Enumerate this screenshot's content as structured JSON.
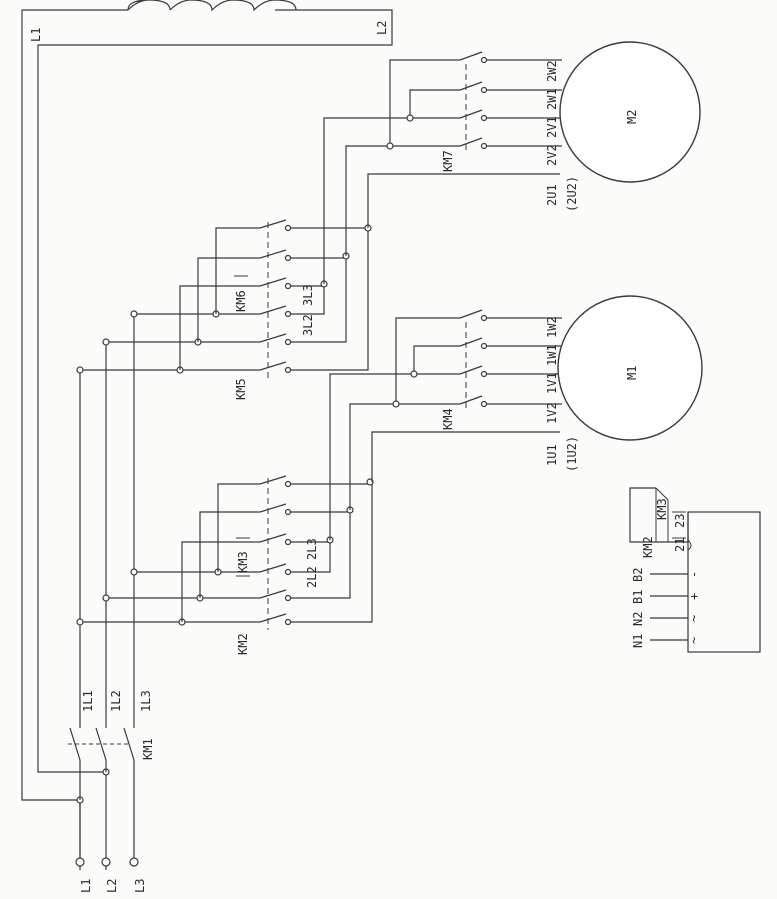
{
  "supply": {
    "phases": [
      "L1",
      "L2",
      "L3"
    ],
    "coil_terminals": [
      "L1",
      "L2"
    ]
  },
  "contactors": {
    "km1": "KM1",
    "km1_outputs": [
      "1L1",
      "1L2",
      "1L3"
    ],
    "km2": "KM2",
    "km3": "KM3",
    "m1_bus": [
      "2L2",
      "2L3"
    ],
    "km4": "KM4",
    "km5": "KM5",
    "km6": "KM6",
    "m2_bus": [
      "3L2",
      "3L3"
    ],
    "km7": "KM7"
  },
  "motors": {
    "m1": {
      "name": "M1",
      "terminals": [
        "1W2",
        "1W1",
        "1V1",
        "1V2"
      ],
      "u_terminal": "1U1",
      "u_terminal_alt": "(1U2)"
    },
    "m2": {
      "name": "M2",
      "terminals": [
        "2W2",
        "2W1",
        "2V1",
        "2V2"
      ],
      "u_terminal": "2U1",
      "u_terminal_alt": "(2U2)"
    }
  },
  "control_box": {
    "header": [
      "N1",
      "N2",
      "B1",
      "B2"
    ],
    "symbols": [
      "~",
      "~",
      "+",
      "-"
    ],
    "interlock": [
      "KM2",
      "KM3"
    ],
    "pins": [
      "21",
      "23"
    ]
  }
}
